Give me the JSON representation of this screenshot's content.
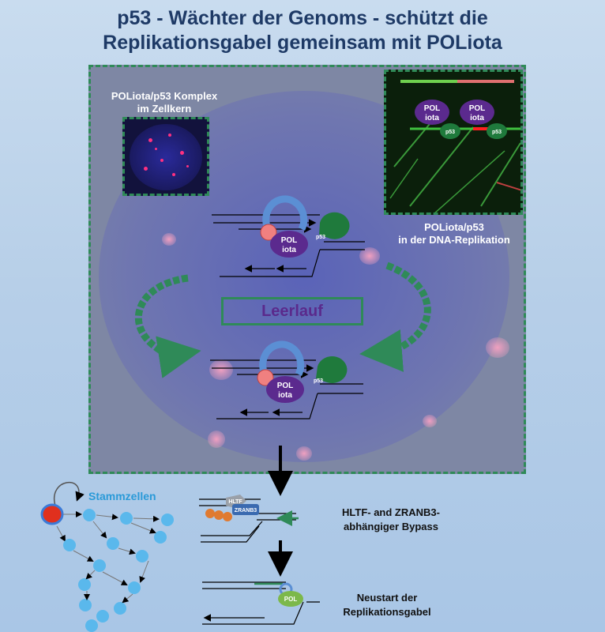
{
  "title": {
    "line1": "p53 - Wächter der Genoms - schützt die",
    "line2": "Replikationsgabel gemeinsam mit POLiota"
  },
  "inset_left": {
    "line1": "POLiota/p53 Komplex",
    "line2": "im Zellkern"
  },
  "inset_right": {
    "line1": "POLiota/p53",
    "line2": "in der DNA-Replikation",
    "pol_text": "POL",
    "iota_text": "iota",
    "p53_text": "p53"
  },
  "cycle": {
    "label": "Leerlauf",
    "pol_text": "POL",
    "iota_text": "iota",
    "p53_text": "p53"
  },
  "bottom": {
    "stem_label": "Stammzellen",
    "hltf_text": "HLTF",
    "zranb3_text": "ZRANB3",
    "bypass_line1": "HLTF- and ZRANB3-",
    "bypass_line2": "abhängiger Bypass",
    "pol_text": "POL",
    "restart_line1": "Neustart der",
    "restart_line2": "Replikationsgabel"
  },
  "colors": {
    "title": "#1e3a66",
    "frame_green": "#2f8a58",
    "pol_purple": "#5b2a8e",
    "p53_green": "#1f7a3c",
    "clamp_blue": "#5b8fd4",
    "stem_blue": "#5ab8ec",
    "stem_red": "#e0301e",
    "pol_light_green": "#7cb84a"
  }
}
